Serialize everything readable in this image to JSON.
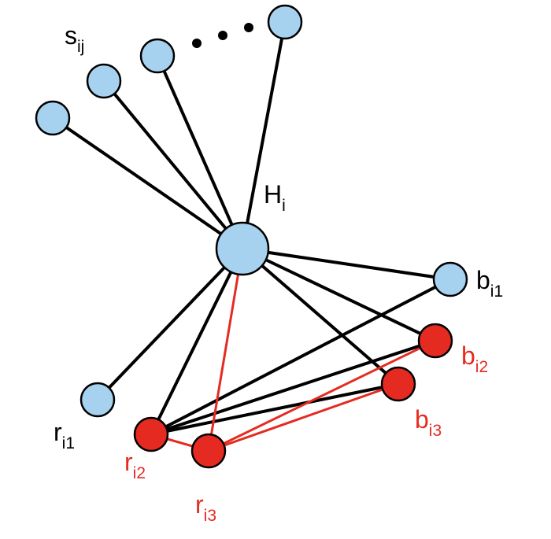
{
  "colors": {
    "node_blue": "#a6d1ef",
    "node_red": "#e52b21",
    "edge_black": "#000000",
    "edge_red": "#e52b21"
  },
  "labels": {
    "s": {
      "base": "s",
      "sub": "ij"
    },
    "H": {
      "base": "H",
      "sub": "i"
    },
    "b1": {
      "base": "b",
      "sub": "i1"
    },
    "b2": {
      "base": "b",
      "sub": "i2"
    },
    "b3": {
      "base": "b",
      "sub": "i3"
    },
    "r1": {
      "base": "r",
      "sub": "i1"
    },
    "r2": {
      "base": "r",
      "sub": "i2"
    },
    "r3": {
      "base": "r",
      "sub": "i3"
    }
  },
  "ellipsis": "• • •"
}
